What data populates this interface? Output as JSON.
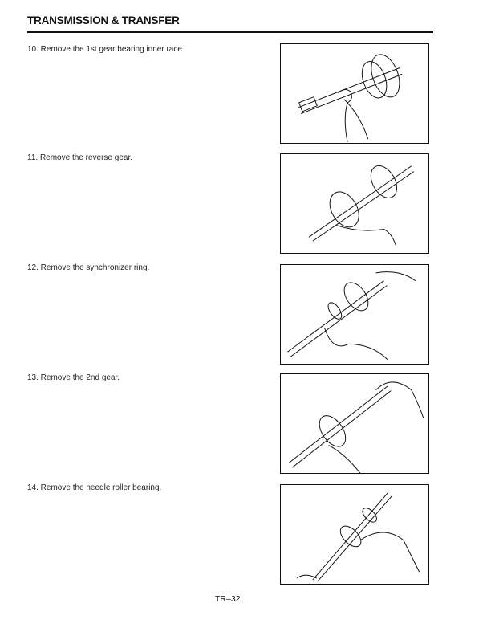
{
  "header": {
    "title": "TRANSMISSION & TRANSFER"
  },
  "steps": [
    {
      "text": "10. Remove the 1st gear bearing inner race."
    },
    {
      "text": "11. Remove the reverse gear."
    },
    {
      "text": "12. Remove the synchronizer ring."
    },
    {
      "text": "13. Remove the 2nd gear."
    },
    {
      "text": "14. Remove the needle roller bearing."
    }
  ],
  "footer": {
    "page_number": "TR–32"
  }
}
